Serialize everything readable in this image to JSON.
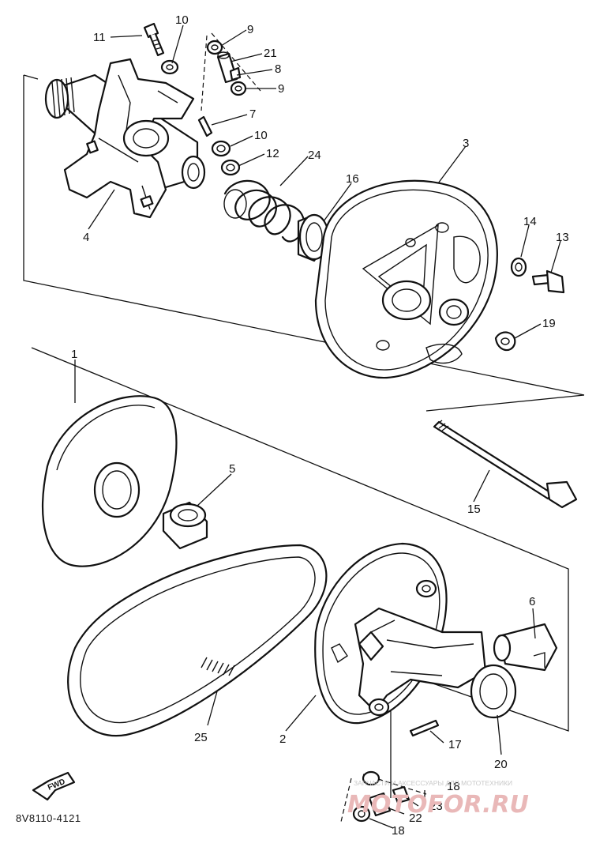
{
  "diagram": {
    "code": "8V8110-4121",
    "fwd_label": "FWD",
    "labels": {
      "p1": "1",
      "p2": "2",
      "p3": "3",
      "p4": "4",
      "p5": "5",
      "p6": "6",
      "p7": "7",
      "p8": "8",
      "p9a": "9",
      "p9b": "9",
      "p10a": "10",
      "p10b": "10",
      "p11": "11",
      "p12": "12",
      "p13": "13",
      "p14": "14",
      "p15": "15",
      "p16": "16",
      "p17": "17",
      "p18a": "18",
      "p18b": "18",
      "p19": "19",
      "p20": "20",
      "p21": "21",
      "p22": "22",
      "p23": "23",
      "p24": "24",
      "p25": "25"
    }
  },
  "watermark": {
    "text": "ЗАПЧАСТИ И АКСЕССУАРЫ ДЛЯ МОТОТЕХНИКИ",
    "logo": "MOTOFOR.RU"
  }
}
